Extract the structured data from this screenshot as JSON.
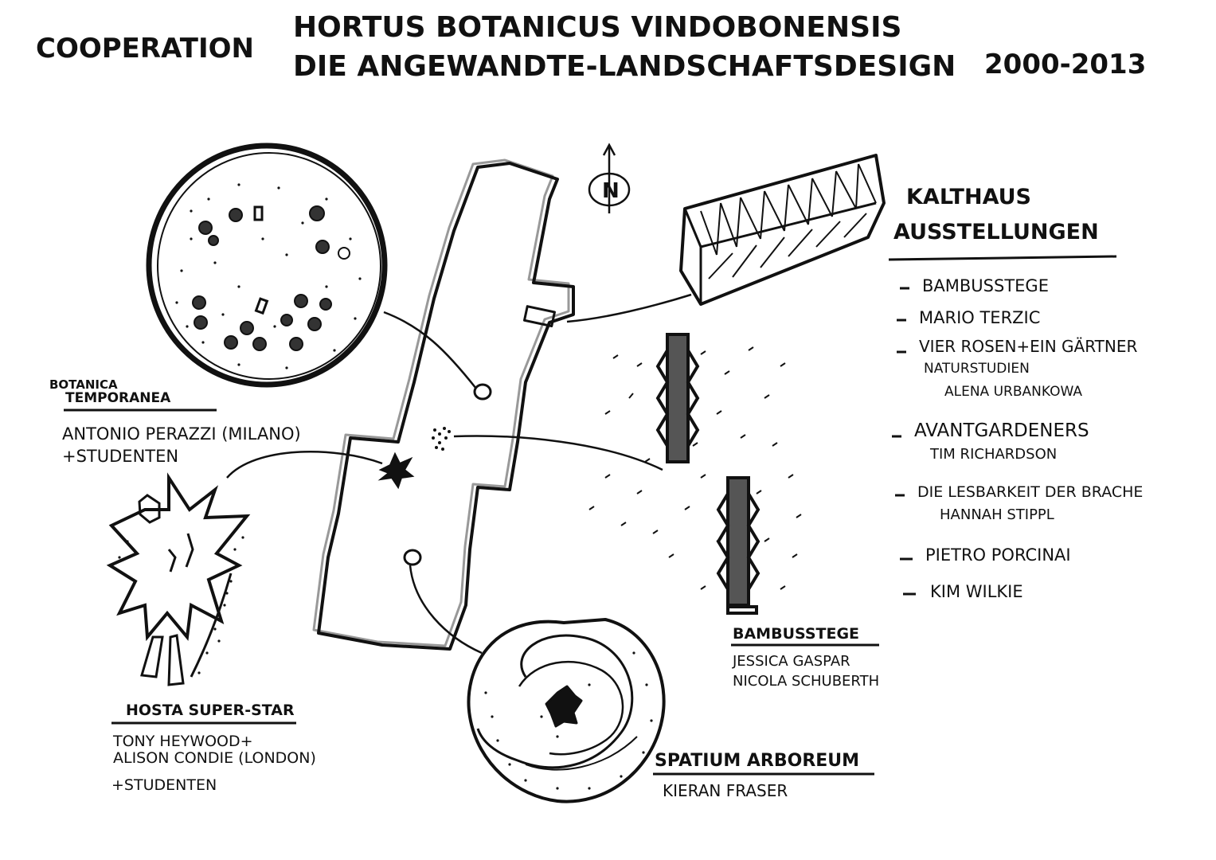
{
  "header": {
    "left": "COOPERATION",
    "title_line1": "HORTUS BOTANICUS VINDOBONENSIS",
    "title_line2": "DIE ANGEWANDTE-LANDSCHAFTSDESIGN",
    "years": "2000-2013"
  },
  "compass": {
    "letter": "N"
  },
  "legend": {
    "heading1": "KALTHAUS",
    "heading2": "AUSSTELLUNGEN",
    "items": [
      {
        "title": "BAMBUSSTEGE"
      },
      {
        "title": "MARIO TERZIC"
      },
      {
        "title": "VIER ROSEN+EIN GÄRTNER",
        "line2": "NATURSTUDIEN",
        "line3": "ALENA URBANKOWA"
      },
      {
        "title": "AVANTGARDENERS",
        "line2": "TIM RICHARDSON"
      },
      {
        "title": "DIE LESBARKEIT DER BRACHE",
        "line2": "HANNAH STIPPL"
      },
      {
        "title": "PIETRO PORCINAI"
      },
      {
        "title": "KIM WILKIE"
      }
    ]
  },
  "projects": {
    "botanica": {
      "title1": "BOTANICA",
      "title2": "TEMPORANEA",
      "line1": "ANTONIO PERAZZI (MILANO)",
      "line2": "+STUDENTEN"
    },
    "hosta": {
      "title": "HOSTA SUPER-STAR",
      "line1": "TONY HEYWOOD+",
      "line2": "ALISON CONDIE (LONDON)",
      "line3": "+STUDENTEN"
    },
    "bambus": {
      "title": "BAMBUSSTEGE",
      "line1": "JESSICA GASPAR",
      "line2": "NICOLA SCHUBERTH"
    },
    "spatium": {
      "title": "SPATIUM ARBOREUM",
      "line1": "KIERAN FRASER"
    }
  }
}
